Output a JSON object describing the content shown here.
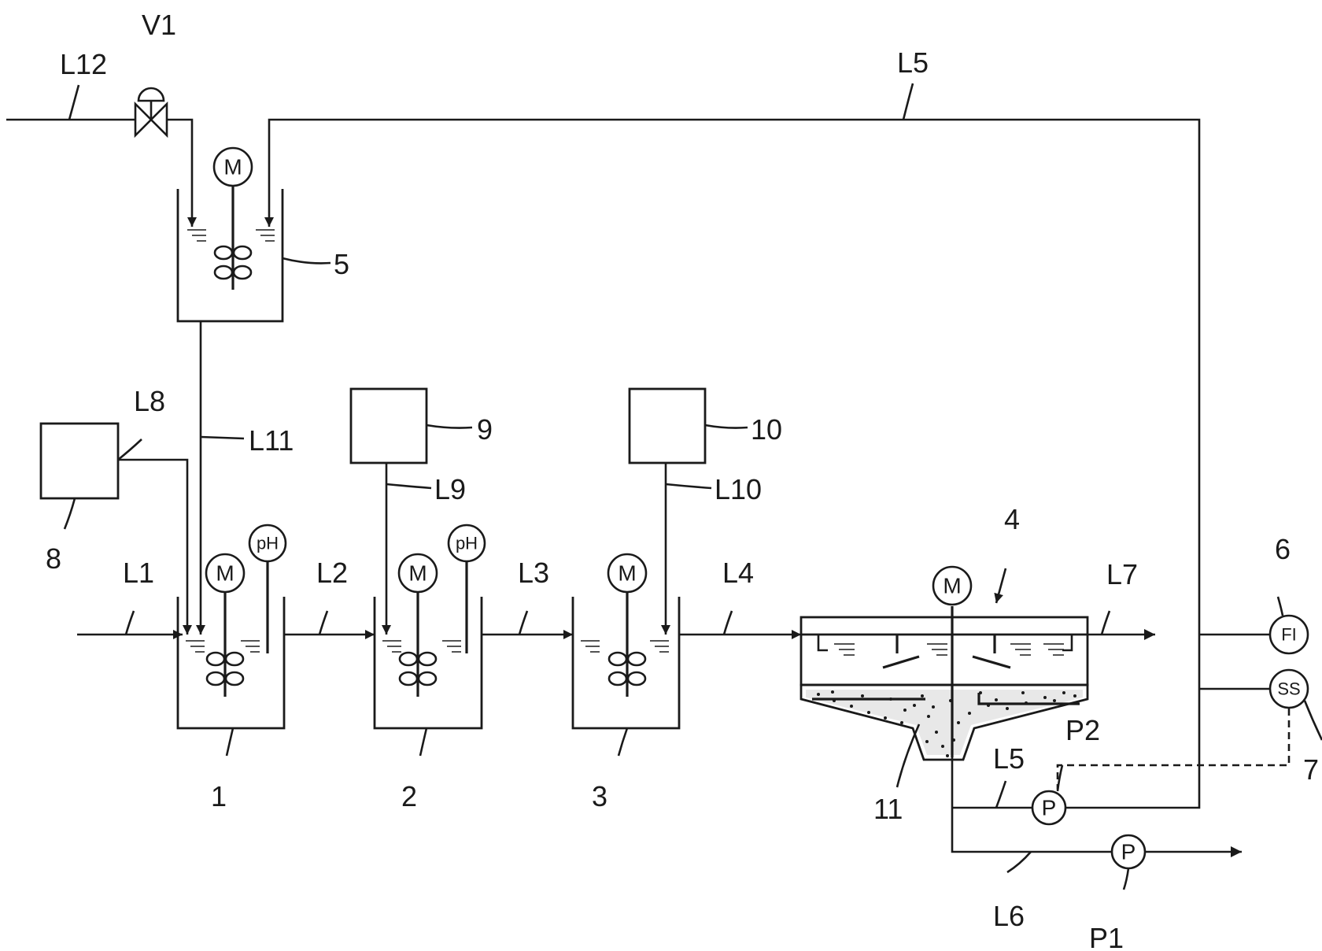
{
  "lines": {
    "L1": "L1",
    "L2": "L2",
    "L3": "L3",
    "L4": "L4",
    "L5": "L5",
    "L6": "L6",
    "L7": "L7",
    "L8": "L8",
    "L9": "L9",
    "L10": "L10",
    "L11": "L11",
    "L12": "L12"
  },
  "units": {
    "tank_1": "1",
    "tank_2": "2",
    "tank_3": "3",
    "clarifier_4": "4",
    "tank_5": "5",
    "fi_meter_6": "6",
    "ss_meter_7": "7",
    "box_8": "8",
    "box_9": "9",
    "box_10": "10",
    "sludge_11": "11"
  },
  "equipment": {
    "V1": "V1",
    "P1": "P1",
    "P2": "P2"
  },
  "symbols": {
    "motor": "M",
    "ph": "pH",
    "pump": "P",
    "fi": "FI",
    "ss": "SS"
  }
}
